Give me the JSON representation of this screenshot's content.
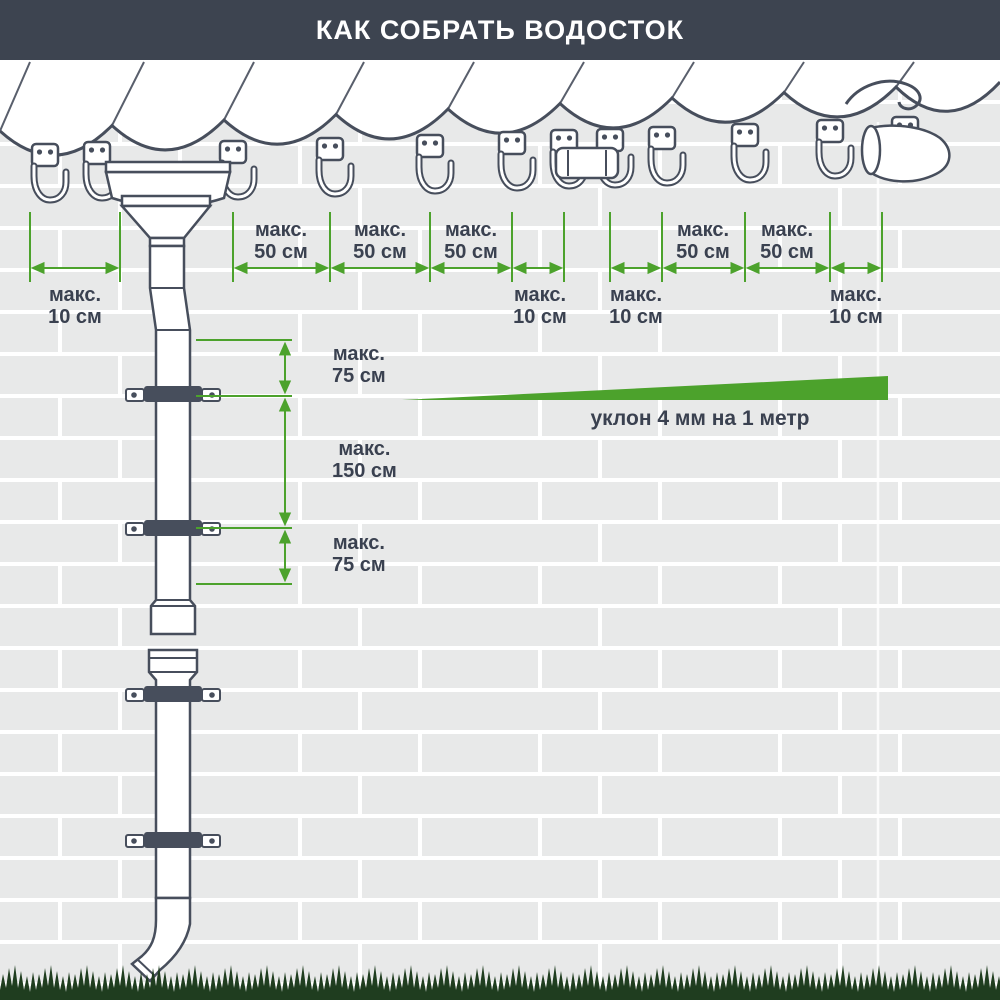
{
  "header": {
    "title": "КАК СОБРАТЬ ВОДОСТОК"
  },
  "dims": {
    "max_prefix": "макс.",
    "cm50": "50 см",
    "cm10": "10 см",
    "cm75": "75 см",
    "cm150": "150 см"
  },
  "slope": {
    "label": "уклон 4 мм на 1 метр"
  },
  "colors": {
    "header_bg": "#3d4450",
    "accent_green": "#4ca22c",
    "outline": "#474e5c",
    "grass": "#1f3d1f",
    "brick": "#e8e9e9",
    "label_text": "#3a4150"
  }
}
